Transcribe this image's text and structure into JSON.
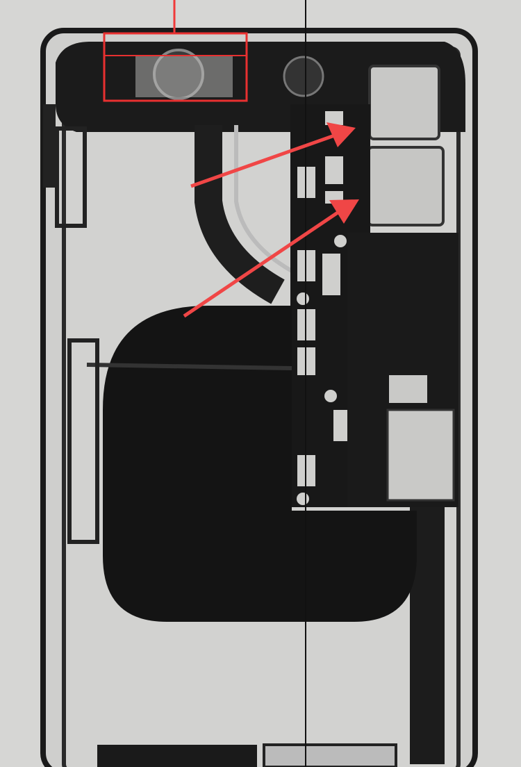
{
  "image": {
    "subject": "x-ray-phone",
    "colors": {
      "background": "#d6d6d4",
      "board": "#151515",
      "chip": "#c9c9c7",
      "annotation": "#f03a3a",
      "guide_line": "#111111"
    },
    "annotations": [
      "red-box",
      "red-arrow",
      "red-arrow"
    ]
  }
}
